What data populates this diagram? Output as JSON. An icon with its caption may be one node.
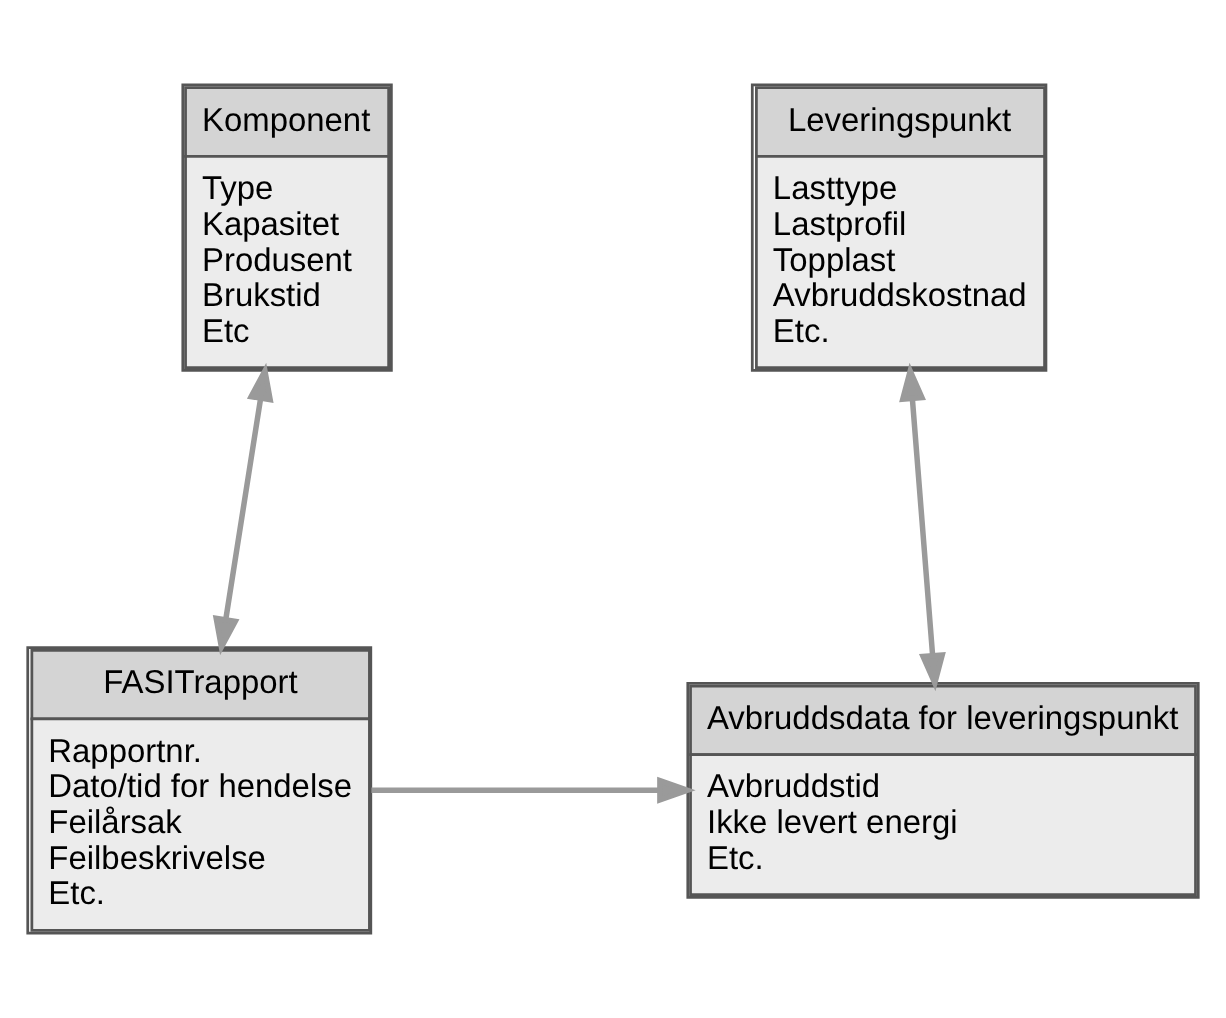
{
  "diagram": {
    "nodes": [
      {
        "text": [
          "Komponent",
          "Type",
          "Kapasitet",
          "Produsent",
          "Brukstid",
          "Etc"
        ]
      },
      {
        "text": [
          "Leveringspunkt",
          "Lasttype",
          "Lastprofil",
          "Topplast",
          "Avbruddskostnad",
          "Etc."
        ]
      },
      {
        "text": [
          "FASITrapport",
          "Rapportnr.",
          "Dato/tid for hendelse",
          "Feilårsak",
          "Feilbeskrivelse",
          "Etc."
        ]
      },
      {
        "text": [
          "Avbruddsdata for leveringspunkt",
          "Avbruddstid",
          "Ikke levert energi",
          "Etc."
        ]
      }
    ],
    "edges": [
      {
        "from": 0,
        "to": 2,
        "arrow": "both"
      },
      {
        "from": 1,
        "to": 3,
        "arrow": "both"
      },
      {
        "from": 2,
        "to": 3,
        "arrow": "to"
      }
    ]
  }
}
